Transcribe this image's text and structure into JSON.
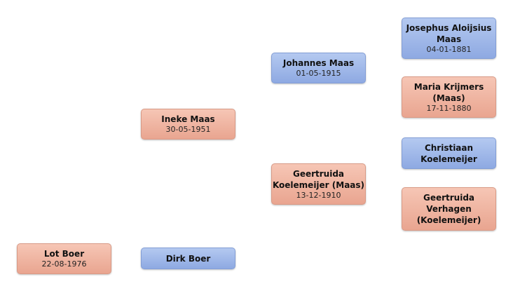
{
  "people": {
    "lot": {
      "name": "Lot Boer",
      "date": "22-08-1976"
    },
    "dirk": {
      "name": "Dirk Boer"
    },
    "ineke": {
      "name": "Ineke Maas",
      "date": "30-05-1951"
    },
    "johannes": {
      "name": "Johannes Maas",
      "date": "01-05-1915"
    },
    "geertruida1": {
      "name_line1": "Geertruida",
      "name_line2": "Koelemeijer (Maas)",
      "date": "13-12-1910"
    },
    "josephus": {
      "name_line1": "Josephus Aloijsius",
      "name_line2": "Maas",
      "date": "04-01-1881"
    },
    "maria": {
      "name_line1": "Maria Krijmers",
      "name_line2": "(Maas)",
      "date": "17-11-1880"
    },
    "christiaan": {
      "name_line1": "Christiaan",
      "name_line2": "Koelemeijer"
    },
    "geertruida2": {
      "name_line1": "Geertruida",
      "name_line2": "Verhagen",
      "name_line3": "(Koelemeijer)"
    }
  },
  "colors": {
    "female": "#f0b6a2",
    "male": "#a3bbe9"
  }
}
